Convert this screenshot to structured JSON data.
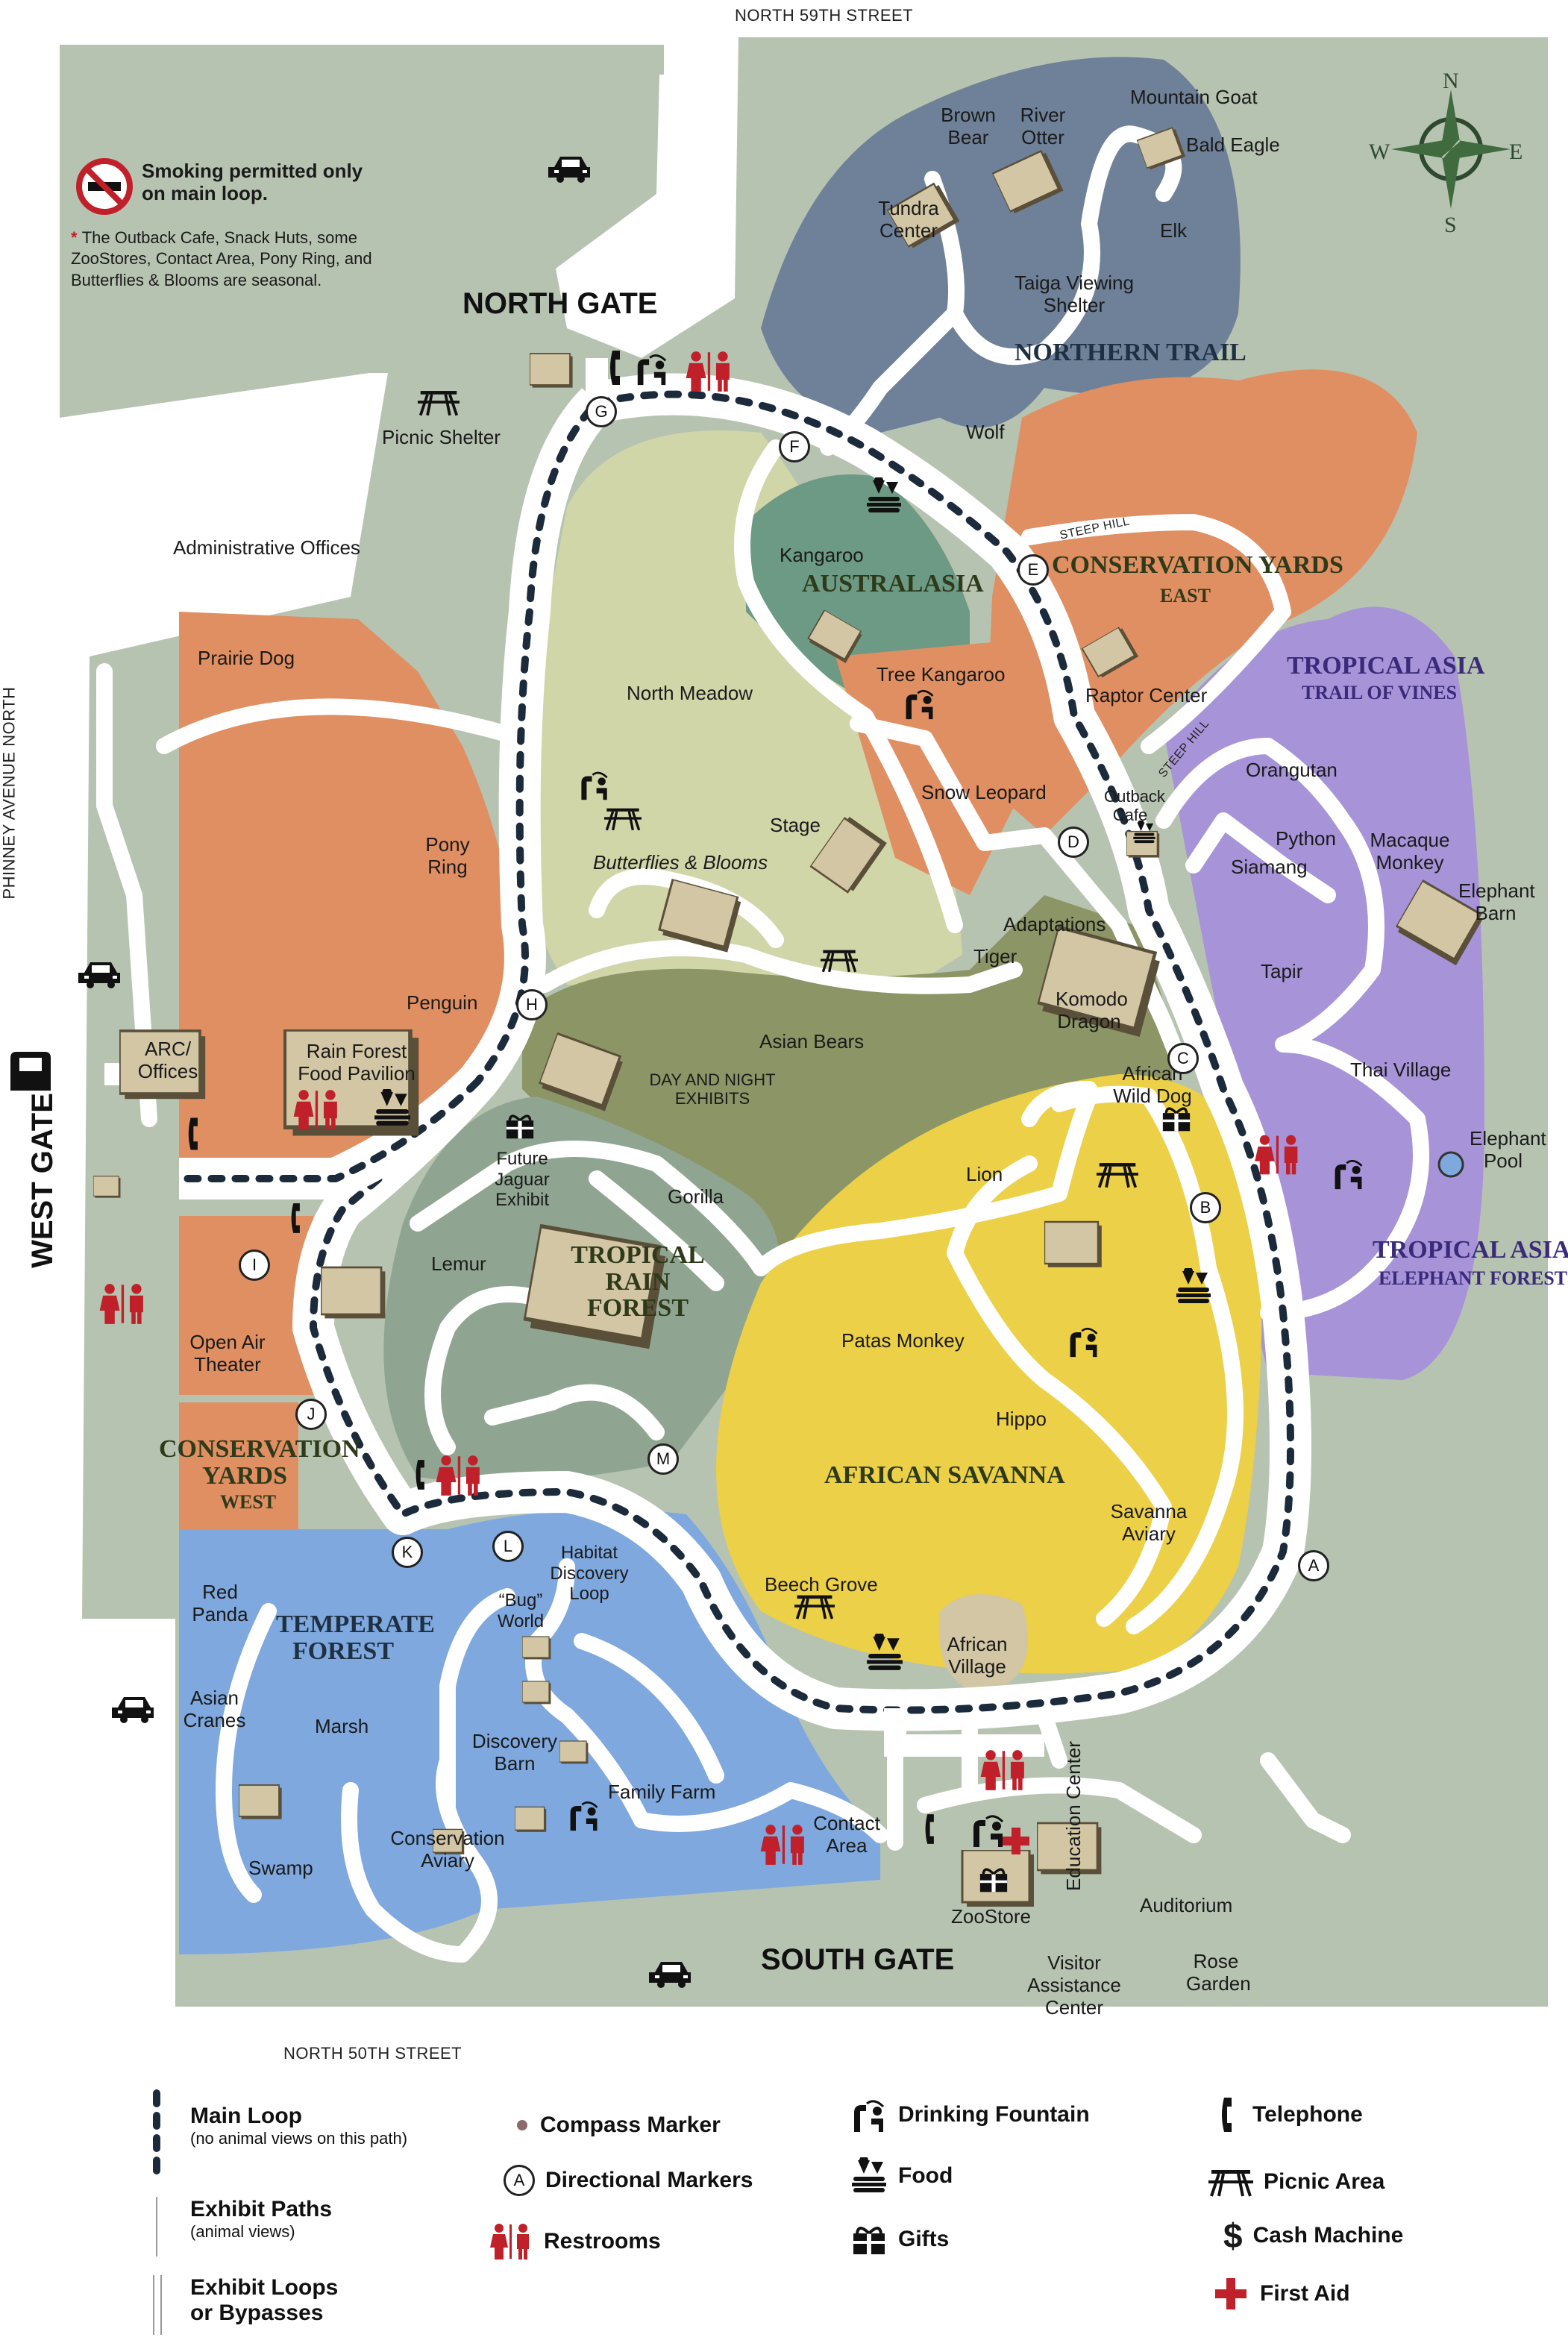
{
  "colors": {
    "background": "#b7c3b1",
    "path": "#ffffff",
    "main_loop_dash": "#1c2b3c",
    "northern_trail": "#6e8199",
    "conservation_orange": "#e08f62",
    "tropical_asia": "#a793d8",
    "north_meadow": "#d1d6a9",
    "day_night_olive": "#8b9566",
    "rain_forest_sage": "#8fa591",
    "australasia": "#6c9a84",
    "african_savanna": "#ecd047",
    "temperate_forest": "#7ea8de",
    "building": "#d2c6a4",
    "restroom_red": "#c0202a"
  },
  "streets": {
    "north": "NORTH 59TH STREET",
    "south": "NORTH 50TH STREET",
    "west": "PHINNEY AVENUE NORTH",
    "steep_hill": "STEEP HILL"
  },
  "gates": {
    "north": "NORTH GATE",
    "south": "SOUTH GATE",
    "west": "WEST GATE"
  },
  "notes": {
    "smoking": "Smoking permitted only on main loop.",
    "seasonal": "The Outback Cafe, Snack Huts, some ZooStores, Contact Area, Pony Ring, and Butterflies & Blooms are seasonal."
  },
  "compass": {
    "n": "N",
    "s": "S",
    "e": "E",
    "w": "W"
  },
  "zones": {
    "northern_trail": "NORTHERN TRAIL",
    "australasia": "AUSTRALASIA",
    "conservation_yards_east": "CONSERVATION YARDS",
    "conservation_yards_east_sub": "EAST",
    "tropical_asia_vines": "TROPICAL ASIA",
    "tropical_asia_vines_sub": "TRAIL OF VINES",
    "tropical_asia_elephant": "TROPICAL ASIA",
    "tropical_asia_elephant_sub": "ELEPHANT FOREST",
    "tropical_rain_forest": "TROPICAL RAIN FOREST",
    "african_savanna": "AFRICAN SAVANNA",
    "conservation_yards_west": "CONSERVATION YARDS",
    "conservation_yards_west_sub": "WEST",
    "temperate_forest": "TEMPERATE FOREST"
  },
  "places": {
    "mountain_goat": "Mountain Goat",
    "brown_bear": "Brown Bear",
    "river_otter": "River Otter",
    "bald_eagle": "Bald Eagle",
    "tundra_center": "Tundra Center",
    "elk": "Elk",
    "taiga": "Taiga Viewing Shelter",
    "wolf": "Wolf",
    "picnic_shelter": "Picnic Shelter",
    "admin": "Administrative Offices",
    "prairie_dog": "Prairie Dog",
    "north_meadow": "North Meadow",
    "kangaroo": "Kangaroo",
    "tree_kangaroo": "Tree Kangaroo",
    "raptor_center": "Raptor Center",
    "snow_leopard": "Snow Leopard",
    "outback_cafe": "Outback Cafe",
    "orangutan": "Orangutan",
    "python": "Python",
    "siamang": "Siamang",
    "macaque": "Macaque Monkey",
    "elephant_barn": "Elephant Barn",
    "tapir": "Tapir",
    "thai_village": "Thai Village",
    "elephant_pool": "Elephant Pool",
    "pony_ring": "Pony Ring",
    "penguin": "Penguin",
    "stage": "Stage",
    "butterflies": "Butterflies & Blooms",
    "adaptations": "Adaptations",
    "tiger": "Tiger",
    "komodo": "Komodo Dragon",
    "asian_bears": "Asian Bears",
    "day_night": "DAY AND NIGHT EXHIBITS",
    "arc": "ARC/ Offices",
    "rain_forest_food": "Rain Forest Food Pavilion",
    "future_jaguar": "Future Jaguar Exhibit",
    "gorilla": "Gorilla",
    "lemur": "Lemur",
    "african_wild_dog": "African Wild Dog",
    "lion": "Lion",
    "open_air": "Open Air Theater",
    "patas": "Patas Monkey",
    "hippo": "Hippo",
    "savanna_aviary": "Savanna Aviary",
    "red_panda": "Red Panda",
    "habitat_loop": "Habitat Discovery Loop",
    "bug_world": "“Bug” World",
    "beech_grove": "Beech Grove",
    "african_village": "African Village",
    "asian_cranes": "Asian Cranes",
    "marsh": "Marsh",
    "discovery_barn": "Discovery Barn",
    "family_farm": "Family Farm",
    "contact_area": "Contact Area",
    "swamp": "Swamp",
    "conservation_aviary": "Conservation Aviary",
    "zoostore": "ZooStore",
    "education_center": "Education Center",
    "auditorium": "Auditorium",
    "visitor_assistance": "Visitor Assistance Center",
    "rose_garden": "Rose Garden"
  },
  "markers": [
    "A",
    "B",
    "C",
    "D",
    "E",
    "F",
    "G",
    "H",
    "I",
    "J",
    "K",
    "L",
    "M"
  ],
  "legend": {
    "main_loop": "Main Loop",
    "main_loop_sub": "(no animal views on this path)",
    "exhibit_paths": "Exhibit Paths",
    "exhibit_paths_sub": "(animal views)",
    "exhibit_loops": "Exhibit Loops or Bypasses",
    "compass_marker": "Compass Marker",
    "directional": "Directional Markers",
    "directional_letter": "A",
    "restrooms": "Restrooms",
    "drinking": "Drinking Fountain",
    "food": "Food",
    "gifts": "Gifts",
    "telephone": "Telephone",
    "picnic": "Picnic Area",
    "cash": "Cash Machine",
    "first_aid": "First Aid"
  }
}
